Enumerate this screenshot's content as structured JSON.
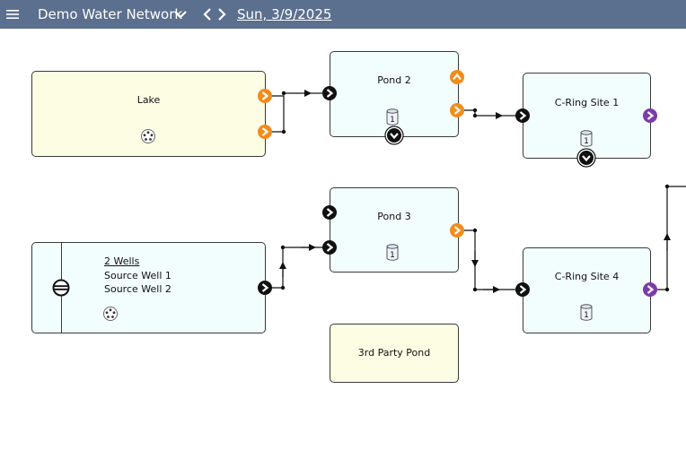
{
  "header": {
    "menu_icon": "hamburger-menu-icon",
    "title": "Demo Water Network",
    "title_dropdown_icon": "chevron-down-icon",
    "prev_icon": "chevron-left-icon",
    "next_icon": "chevron-right-icon",
    "date": "Sun, 3/9/2025"
  },
  "nodes": {
    "lake": {
      "label": "Lake"
    },
    "pond2": {
      "label": "Pond 2",
      "tank_count": "1"
    },
    "cring1": {
      "label": "C-Ring Site 1",
      "tank_count": "1"
    },
    "pond3": {
      "label": "Pond 3",
      "tank_count": "1"
    },
    "wells": {
      "link": "2 Wells",
      "items": [
        "Source Well 1",
        "Source Well 2"
      ]
    },
    "cring4": {
      "label": "C-Ring Site 4",
      "tank_count": "1"
    },
    "thirdparty": {
      "label": "3rd Party Pond"
    }
  },
  "colors": {
    "header_bg": "#5b6f8e",
    "lake_fill": "#fdfde4",
    "pond_fill": "#f2fdfe",
    "port_orange": "#f28c1a",
    "port_purple": "#7d3aa8",
    "port_black": "#111111"
  }
}
